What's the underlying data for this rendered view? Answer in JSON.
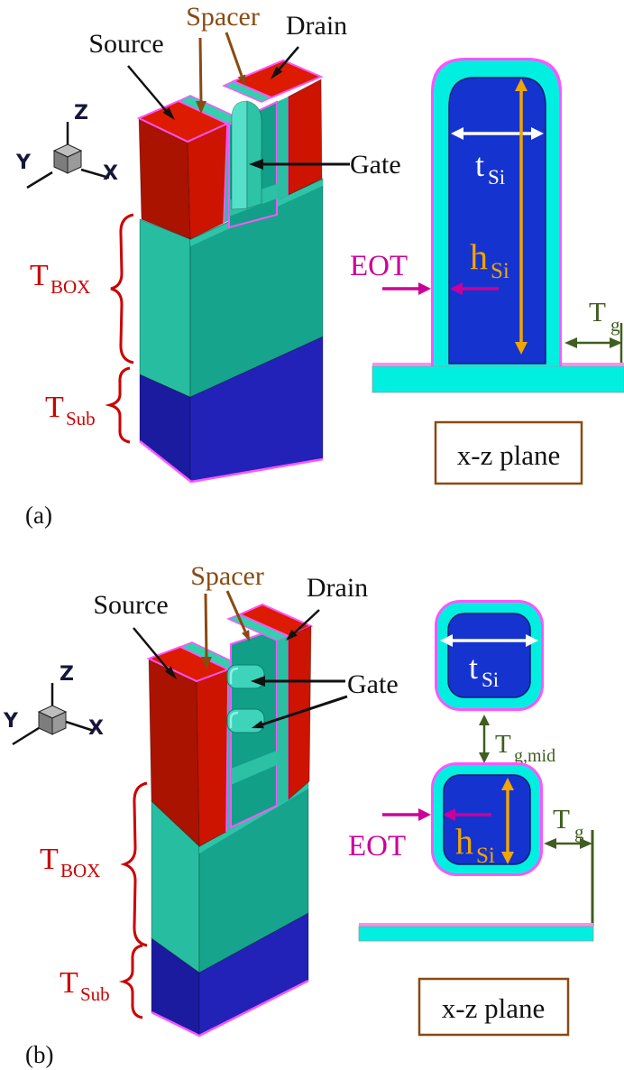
{
  "figure": {
    "colors": {
      "source_drain_red": "#cc1400",
      "oxide_teal": "#16a58c",
      "substrate_blue": "#2222b8",
      "gate_cyan": "#00efe0",
      "silicon_blue": "#1533cf",
      "outline_magenta": "#ff54ff",
      "eot_magenta": "#cc0099",
      "dimension_red": "#cc0000",
      "dimension_green": "#3f5e20",
      "dimension_orange": "#f0a500",
      "spacer_brown": "#8a4a12"
    },
    "panel_a": {
      "panel_label": "(a)",
      "structure_labels": {
        "source": "Source",
        "spacer": "Spacer",
        "drain": "Drain",
        "gate": "Gate"
      },
      "axes": {
        "x": "X",
        "y": "Y",
        "z": "Z"
      },
      "layer_labels": {
        "t_box": {
          "base": "T",
          "sub": "BOX"
        },
        "t_sub": {
          "base": "T",
          "sub": "Sub"
        }
      },
      "cross_section": {
        "eot": "EOT",
        "t_si": {
          "base": "t",
          "sub": "Si"
        },
        "h_si": {
          "base": "h",
          "sub": "Si"
        },
        "t_g": {
          "base": "T",
          "sub": "g"
        },
        "plane_label": "x-z plane"
      }
    },
    "panel_b": {
      "panel_label": "(b)",
      "structure_labels": {
        "source": "Source",
        "spacer": "Spacer",
        "drain": "Drain",
        "gate": "Gate"
      },
      "axes": {
        "x": "X",
        "y": "Y",
        "z": "Z"
      },
      "layer_labels": {
        "t_box": {
          "base": "T",
          "sub": "BOX"
        },
        "t_sub": {
          "base": "T",
          "sub": "Sub"
        }
      },
      "cross_section": {
        "eot": "EOT",
        "t_si": {
          "base": "t",
          "sub": "Si"
        },
        "h_si": {
          "base": "h",
          "sub": "Si"
        },
        "t_g": {
          "base": "T",
          "sub": "g"
        },
        "t_g_mid": {
          "base": "T",
          "sub": "g,mid"
        },
        "plane_label": "x-z plane"
      }
    }
  }
}
